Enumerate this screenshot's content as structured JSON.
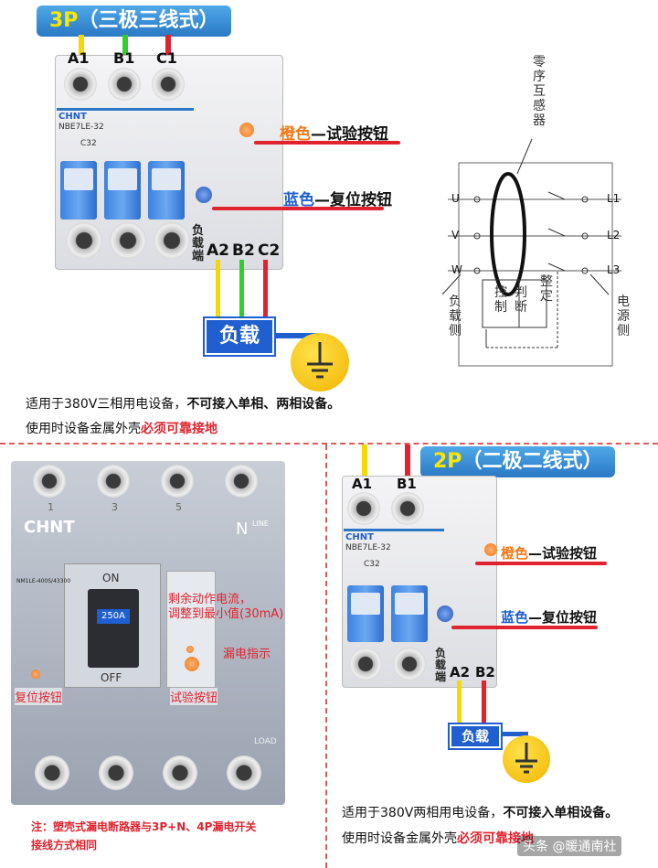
{
  "top": {
    "badge_num": "3P",
    "badge_text": "（三极三线式）",
    "terminals_top": [
      "A1",
      "B1",
      "C1"
    ],
    "brand": "CHNT",
    "model": "NBE7LE-32",
    "rating": "C32",
    "terminals_bottom": [
      "A2",
      "B2",
      "C2"
    ],
    "load_side": "负载端",
    "orange_color_word": "橙色",
    "orange_rest": "—试验按钮",
    "blue_color_word": "蓝色",
    "blue_rest": "—复位按钮",
    "load_label": "负载",
    "note1_plain": "适用于380V三相用电设备，",
    "note1_bold": "不可接入单相、两相设备。",
    "note2_plain": "使用时设备金属外壳",
    "note2_red": "必须可靠接地"
  },
  "schematic": {
    "ct_label": "零序互感器",
    "left_terms": [
      "U",
      "V",
      "W"
    ],
    "right_terms": [
      "L1",
      "L2",
      "L3"
    ],
    "load_side": "负载侧",
    "power_side": "电源侧",
    "control": "控制",
    "judge": "判断",
    "setting": "整定"
  },
  "mccb": {
    "brand": "CHNT",
    "on": "ON",
    "off": "OFF",
    "rating": "250A",
    "model": "NM1LE-400S/43300",
    "n_label": "N",
    "line_label": "LINE",
    "load_bottom": "LOAD",
    "pole_numbers": [
      "1",
      "3",
      "5"
    ],
    "ann_residual": "剩余动作电流，\n调整到最小值(30mA)",
    "ann_leak": "漏电指示",
    "ann_reset": "复位按钮",
    "ann_test": "试验按钮",
    "footnote": "注：塑壳式漏电断路器与3P+N、4P漏电开关\n接线方式相同"
  },
  "twop": {
    "badge_num": "2P",
    "badge_text": "（二极二线式）",
    "terminals_top": [
      "A1",
      "B1"
    ],
    "brand": "CHNT",
    "model": "NBE7LE-32",
    "rating": "C32",
    "terminals_bottom": [
      "A2",
      "B2"
    ],
    "load_side": "负载端",
    "orange_color_word": "橙色",
    "orange_rest": "—试验按钮",
    "blue_color_word": "蓝色",
    "blue_rest": "—复位按钮",
    "load_label": "负载",
    "note1_plain": "适用于380V两相用电设备，",
    "note1_bold": "不可接入单相设备。",
    "note2_plain": "使用时设备金属外壳",
    "note2_red": "必须可靠接地"
  },
  "watermark": "头条 @暖通南社",
  "colors": {
    "red": "#e0232e",
    "blue": "#1f5fd0",
    "yellow": "#f5d800",
    "green": "#2fcf2f",
    "orange": "#f07a1a"
  }
}
